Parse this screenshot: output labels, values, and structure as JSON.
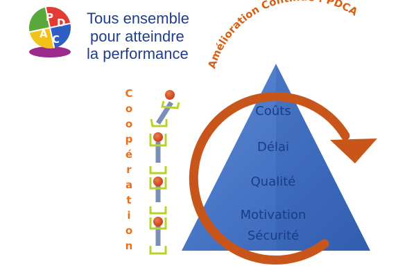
{
  "logo": {
    "letters": [
      "P",
      "D",
      "A",
      "C"
    ]
  },
  "tagline": {
    "lines": [
      "Tous ensemble",
      "pour atteindre",
      "la performance"
    ]
  },
  "cooperation": {
    "letters": [
      "C",
      "o",
      "o",
      "p",
      "é",
      "r",
      "a",
      "t",
      "i",
      "o",
      "n"
    ]
  },
  "arrow": {
    "label": "Amélioration Continue : PDCA"
  },
  "pyramid": {
    "tiers": [
      "Coûts",
      "Délai",
      "Qualité",
      "Motivation",
      "Sécurité"
    ]
  },
  "colors": {
    "tagline_text": "#1f3d8c",
    "pyramid_fill": "#3f6fc2",
    "pyramid_text": "#1a3c86",
    "arrow": "#c8561a",
    "arrow_label": "#d95f12",
    "cooperation_text": "#e8711c",
    "logo_red": "#e23b35",
    "logo_blue": "#2f5fc4",
    "logo_green": "#5aa83a",
    "logo_yellow": "#f2c11a",
    "logo_base": "#9c2a8c",
    "chain_bracket": "#b8d22a",
    "chain_bar": "#7a8fb6",
    "figure_head": "#d84a20"
  }
}
